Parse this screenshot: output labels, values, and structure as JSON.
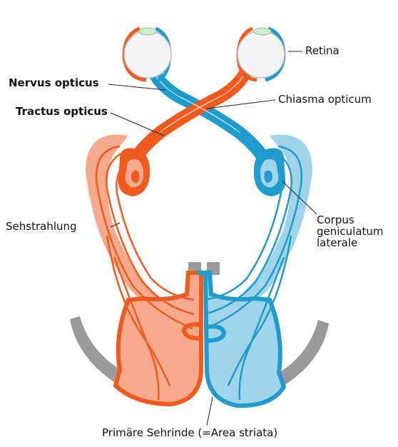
{
  "labels": {
    "retina": "Retina",
    "nervus_opticus": "Nervus opticus",
    "chiasma_opticum": "Chiasma opticum",
    "tractus_opticus": "Tractus opticus",
    "corpus_geniculatum_laterale": [
      "Corpus",
      "geniculatum",
      "laterale"
    ],
    "sehstrahlung": "Sehstrahlung",
    "primaere_sehrinde": "Primäre Sehrinde (=Area striata)"
  },
  "colors": {
    "left_pathway": "#f05a1e",
    "left_pathway_light": "#f6a98c",
    "right_pathway": "#1f9bcd",
    "right_pathway_light": "#9fd4ea",
    "eye_fill": "#f4f4f4",
    "cortex_gray": "#9a9a9a",
    "leader_line": "#222222"
  }
}
